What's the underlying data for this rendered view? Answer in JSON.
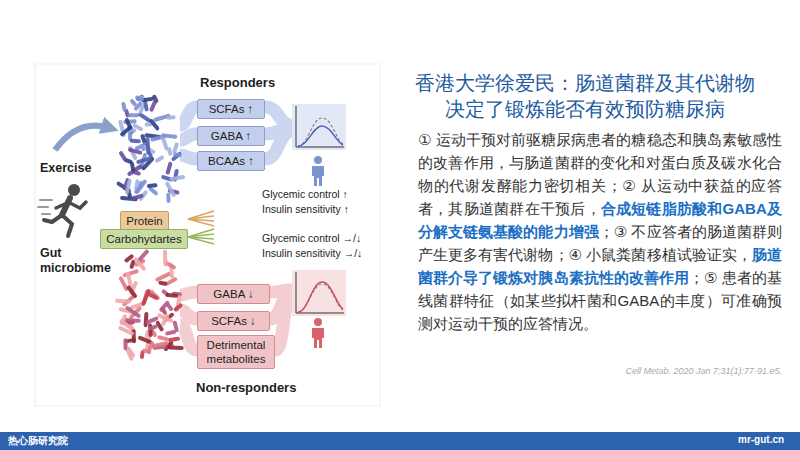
{
  "diagram": {
    "title": "香港大学徐爱民：肠道菌群及其代谢物 决定了锻炼能否有效预防糖尿病",
    "nodes": [
      {
        "text": [
          "SCFAs ↑"
        ]
      },
      {
        "text": [
          "GABA ↑"
        ]
      },
      {
        "text": [
          "BCAAs ↑"
        ]
      },
      {
        "text": [
          "Protein"
        ]
      },
      {
        "text": [
          "Carbohydartes"
        ]
      },
      {
        "text": [
          "GABA ↓"
        ]
      },
      {
        "text": [
          "SCFAs ↓"
        ]
      },
      {
        "text": [
          "Detrimental metabolites"
        ]
      }
    ],
    "labels": [
      "Responders",
      "Exercise",
      "Gut microbiome",
      "Glycemic control ↑",
      "Insulin sensitivity ↑",
      "Glycemic control →/↓",
      "Insulin sensitivity →/↓",
      "Non-responders",
      "① 运动干预对前驱糖尿病患者的糖稳态和胰岛素敏感性的改善作用，与肠道菌群的变化和对蛋白质及碳水化合物的代谢发酵能力密切相关；② 从运动中获益的应答者，其肠道菌群在干预后，",
      "合成短链脂肪酸和GABA及分解支链氨基酸的能力增强",
      "；③ 不应答者的肠道菌群则产生更多有害代谢物；④ 小鼠粪菌移植试验证实，",
      "肠道菌群介导了锻炼对胰岛素抗性的改善作用",
      "；⑤ 患者的基线菌群特征（如某些拟杆菌和GABA的丰度）可准确预测对运动干预的应答情况。",
      "Cell Metab. 2020 Jan 7;31(1):77-91.e5.",
      "热心肠研究院",
      "mr-gut.cn"
    ]
  }
}
